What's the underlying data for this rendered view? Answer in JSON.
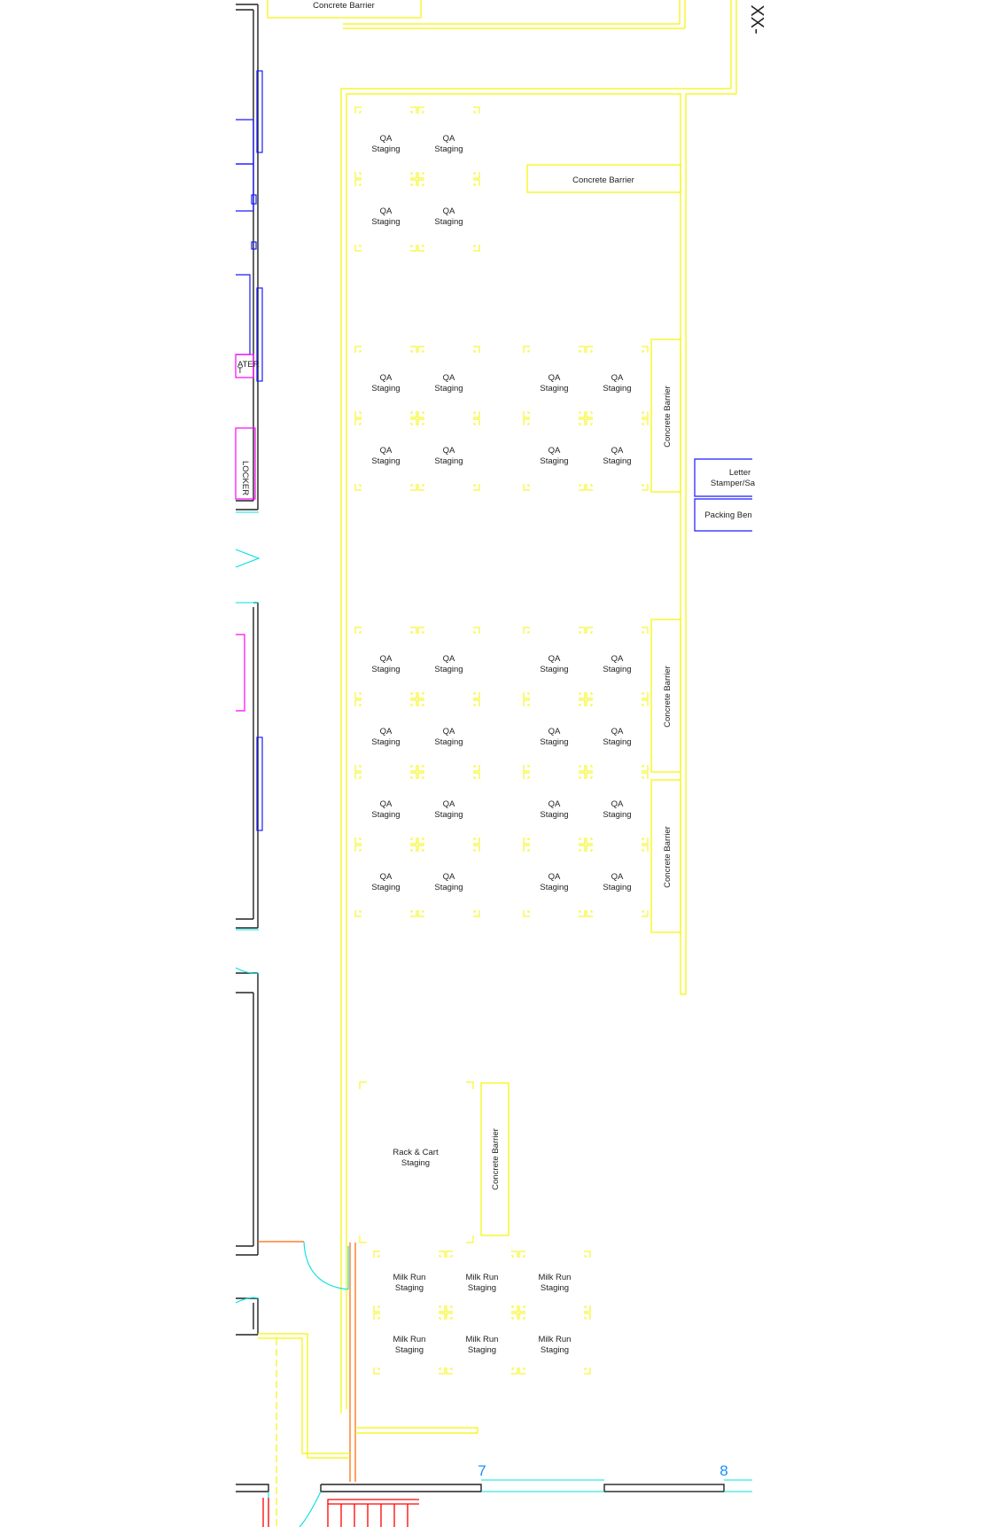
{
  "labels": {
    "concrete_barrier": "Concrete Barrier",
    "qa_line1": "QA",
    "qa_line2": "Staging",
    "milk_line1": "Milk Run",
    "milk_line2": "Staging",
    "rack_line1": "Rack & Cart",
    "rack_line2": "Staging",
    "letter_line1": "Letter",
    "letter_line2": "Stamper/Sa",
    "packing_bench": "Packing Ben",
    "locker": "LOCKER",
    "water": "ATER",
    "water2": "T",
    "grid_ref": "XX-",
    "grid_7": "7",
    "grid_8": "8"
  },
  "colors": {
    "staging": "#f5f500",
    "walls": "#222222",
    "equipment": "#1a1aff",
    "doors": "#00e0e0",
    "lockers": "#ff00ff",
    "door_frame": "#ff6600",
    "stairs": "#ff0000",
    "grid_label": "#1a8cff"
  },
  "qa_blocks": [
    {
      "rows": 2,
      "cols": 2
    },
    {
      "rows": 2,
      "cols": 2
    },
    {
      "rows": 2,
      "cols": 2
    },
    {
      "rows": 4,
      "cols": 2
    },
    {
      "rows": 4,
      "cols": 2
    }
  ],
  "milk_block": {
    "rows": 2,
    "cols": 3
  }
}
